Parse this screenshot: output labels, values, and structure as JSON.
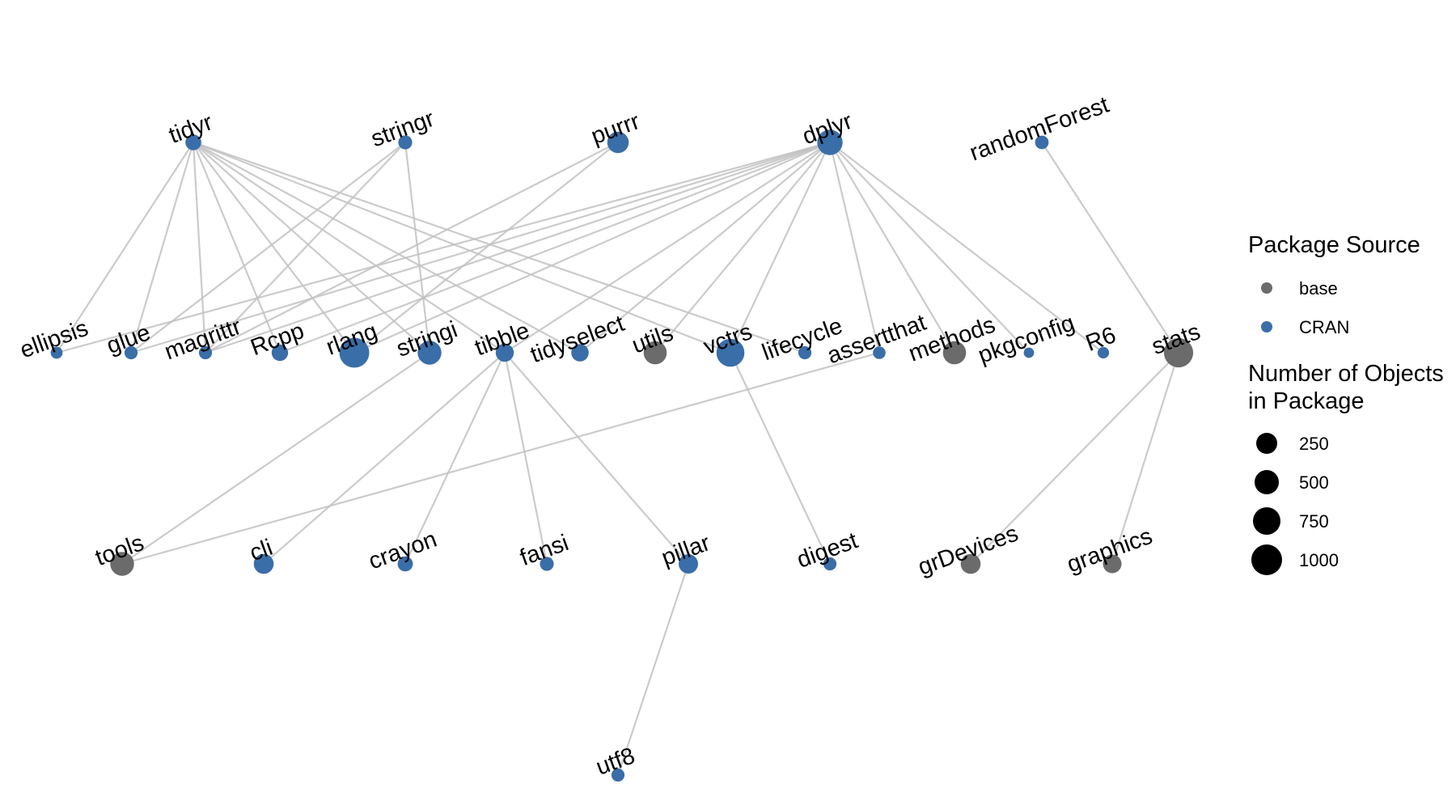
{
  "colors": {
    "base": "#6b6b6b",
    "CRAN": "#3a6ea8",
    "edge": "#c2c2c2",
    "legend_size": "#000000"
  },
  "nodes": [
    {
      "id": "tidyr",
      "source": "CRAN",
      "objects": 60
    },
    {
      "id": "stringr",
      "source": "CRAN",
      "objects": 35
    },
    {
      "id": "purrr",
      "source": "CRAN",
      "objects": 180
    },
    {
      "id": "dplyr",
      "source": "CRAN",
      "objects": 300
    },
    {
      "id": "randomForest",
      "source": "CRAN",
      "objects": 30
    },
    {
      "id": "ellipsis",
      "source": "CRAN",
      "objects": 15
    },
    {
      "id": "glue",
      "source": "CRAN",
      "objects": 25
    },
    {
      "id": "magrittr",
      "source": "CRAN",
      "objects": 25
    },
    {
      "id": "Rcpp",
      "source": "CRAN",
      "objects": 70
    },
    {
      "id": "rlang",
      "source": "CRAN",
      "objects": 480
    },
    {
      "id": "stringi",
      "source": "CRAN",
      "objects": 250
    },
    {
      "id": "tibble",
      "source": "CRAN",
      "objects": 100
    },
    {
      "id": "tidyselect",
      "source": "CRAN",
      "objects": 90
    },
    {
      "id": "utils",
      "source": "base",
      "objects": 230
    },
    {
      "id": "vctrs",
      "source": "CRAN",
      "objects": 400
    },
    {
      "id": "lifecycle",
      "source": "CRAN",
      "objects": 25
    },
    {
      "id": "assertthat",
      "source": "CRAN",
      "objects": 20
    },
    {
      "id": "methods",
      "source": "base",
      "objects": 230
    },
    {
      "id": "pkgconfig",
      "source": "CRAN",
      "objects": 5
    },
    {
      "id": "R6",
      "source": "CRAN",
      "objects": 12
    },
    {
      "id": "stats",
      "source": "base",
      "objects": 450
    },
    {
      "id": "tools",
      "source": "base",
      "objects": 250
    },
    {
      "id": "cli",
      "source": "CRAN",
      "objects": 140
    },
    {
      "id": "crayon",
      "source": "CRAN",
      "objects": 50
    },
    {
      "id": "fansi",
      "source": "CRAN",
      "objects": 35
    },
    {
      "id": "pillar",
      "source": "CRAN",
      "objects": 130
    },
    {
      "id": "digest",
      "source": "CRAN",
      "objects": 25
    },
    {
      "id": "grDevices",
      "source": "base",
      "objects": 140
    },
    {
      "id": "graphics",
      "source": "base",
      "objects": 110
    },
    {
      "id": "utf8",
      "source": "CRAN",
      "objects": 25
    }
  ],
  "edges": [
    [
      "tidyr",
      "ellipsis"
    ],
    [
      "tidyr",
      "glue"
    ],
    [
      "tidyr",
      "magrittr"
    ],
    [
      "tidyr",
      "Rcpp"
    ],
    [
      "tidyr",
      "rlang"
    ],
    [
      "tidyr",
      "stringi"
    ],
    [
      "tidyr",
      "tibble"
    ],
    [
      "tidyr",
      "tidyselect"
    ],
    [
      "tidyr",
      "vctrs"
    ],
    [
      "tidyr",
      "lifecycle"
    ],
    [
      "stringr",
      "glue"
    ],
    [
      "stringr",
      "magrittr"
    ],
    [
      "stringr",
      "stringi"
    ],
    [
      "purrr",
      "magrittr"
    ],
    [
      "purrr",
      "rlang"
    ],
    [
      "dplyr",
      "ellipsis"
    ],
    [
      "dplyr",
      "glue"
    ],
    [
      "dplyr",
      "magrittr"
    ],
    [
      "dplyr",
      "Rcpp"
    ],
    [
      "dplyr",
      "rlang"
    ],
    [
      "dplyr",
      "tibble"
    ],
    [
      "dplyr",
      "tidyselect"
    ],
    [
      "dplyr",
      "utils"
    ],
    [
      "dplyr",
      "assertthat"
    ],
    [
      "dplyr",
      "methods"
    ],
    [
      "dplyr",
      "pkgconfig"
    ],
    [
      "dplyr",
      "R6"
    ],
    [
      "dplyr",
      "vctrs"
    ],
    [
      "randomForest",
      "stats"
    ],
    [
      "stringi",
      "tools"
    ],
    [
      "tibble",
      "cli"
    ],
    [
      "tibble",
      "crayon"
    ],
    [
      "tibble",
      "fansi"
    ],
    [
      "tibble",
      "pillar"
    ],
    [
      "vctrs",
      "digest"
    ],
    [
      "assertthat",
      "tools"
    ],
    [
      "stats",
      "grDevices"
    ],
    [
      "stats",
      "graphics"
    ],
    [
      "pillar",
      "utf8"
    ]
  ],
  "legend": {
    "source_title": "Package Source",
    "source_items": [
      "base",
      "CRAN"
    ],
    "size_title_line1": "Number of Objects",
    "size_title_line2": "in Package",
    "size_items": [
      250,
      500,
      750,
      1000
    ]
  }
}
